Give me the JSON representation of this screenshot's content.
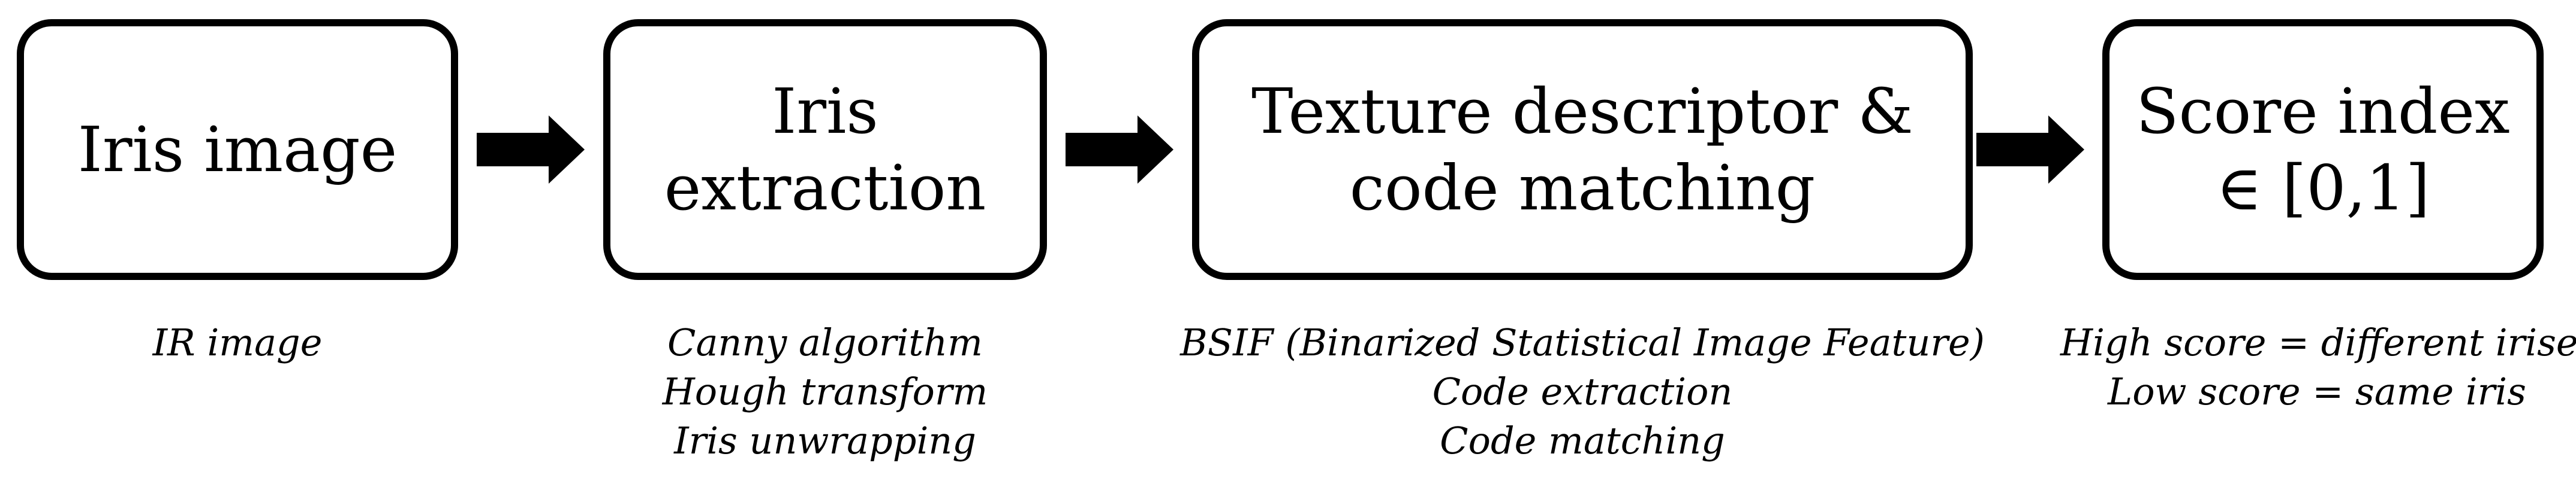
{
  "stages": [
    {
      "lines": [
        "Iris image"
      ],
      "caption": [
        "IR image"
      ]
    },
    {
      "lines": [
        "Iris",
        "extraction"
      ],
      "caption": [
        "Canny algorithm",
        "Hough transform",
        "Iris unwrapping"
      ]
    },
    {
      "lines": [
        "Texture descriptor &",
        "code matching"
      ],
      "caption": [
        "BSIF (Binarized Statistical Image Feature)",
        "Code extraction",
        "Code matching"
      ]
    },
    {
      "lines": [
        "Score index",
        "∈ [0,1]"
      ],
      "caption": [
        "High score = different irises",
        "Low score = same iris"
      ]
    }
  ],
  "arrow_color": "#000000"
}
